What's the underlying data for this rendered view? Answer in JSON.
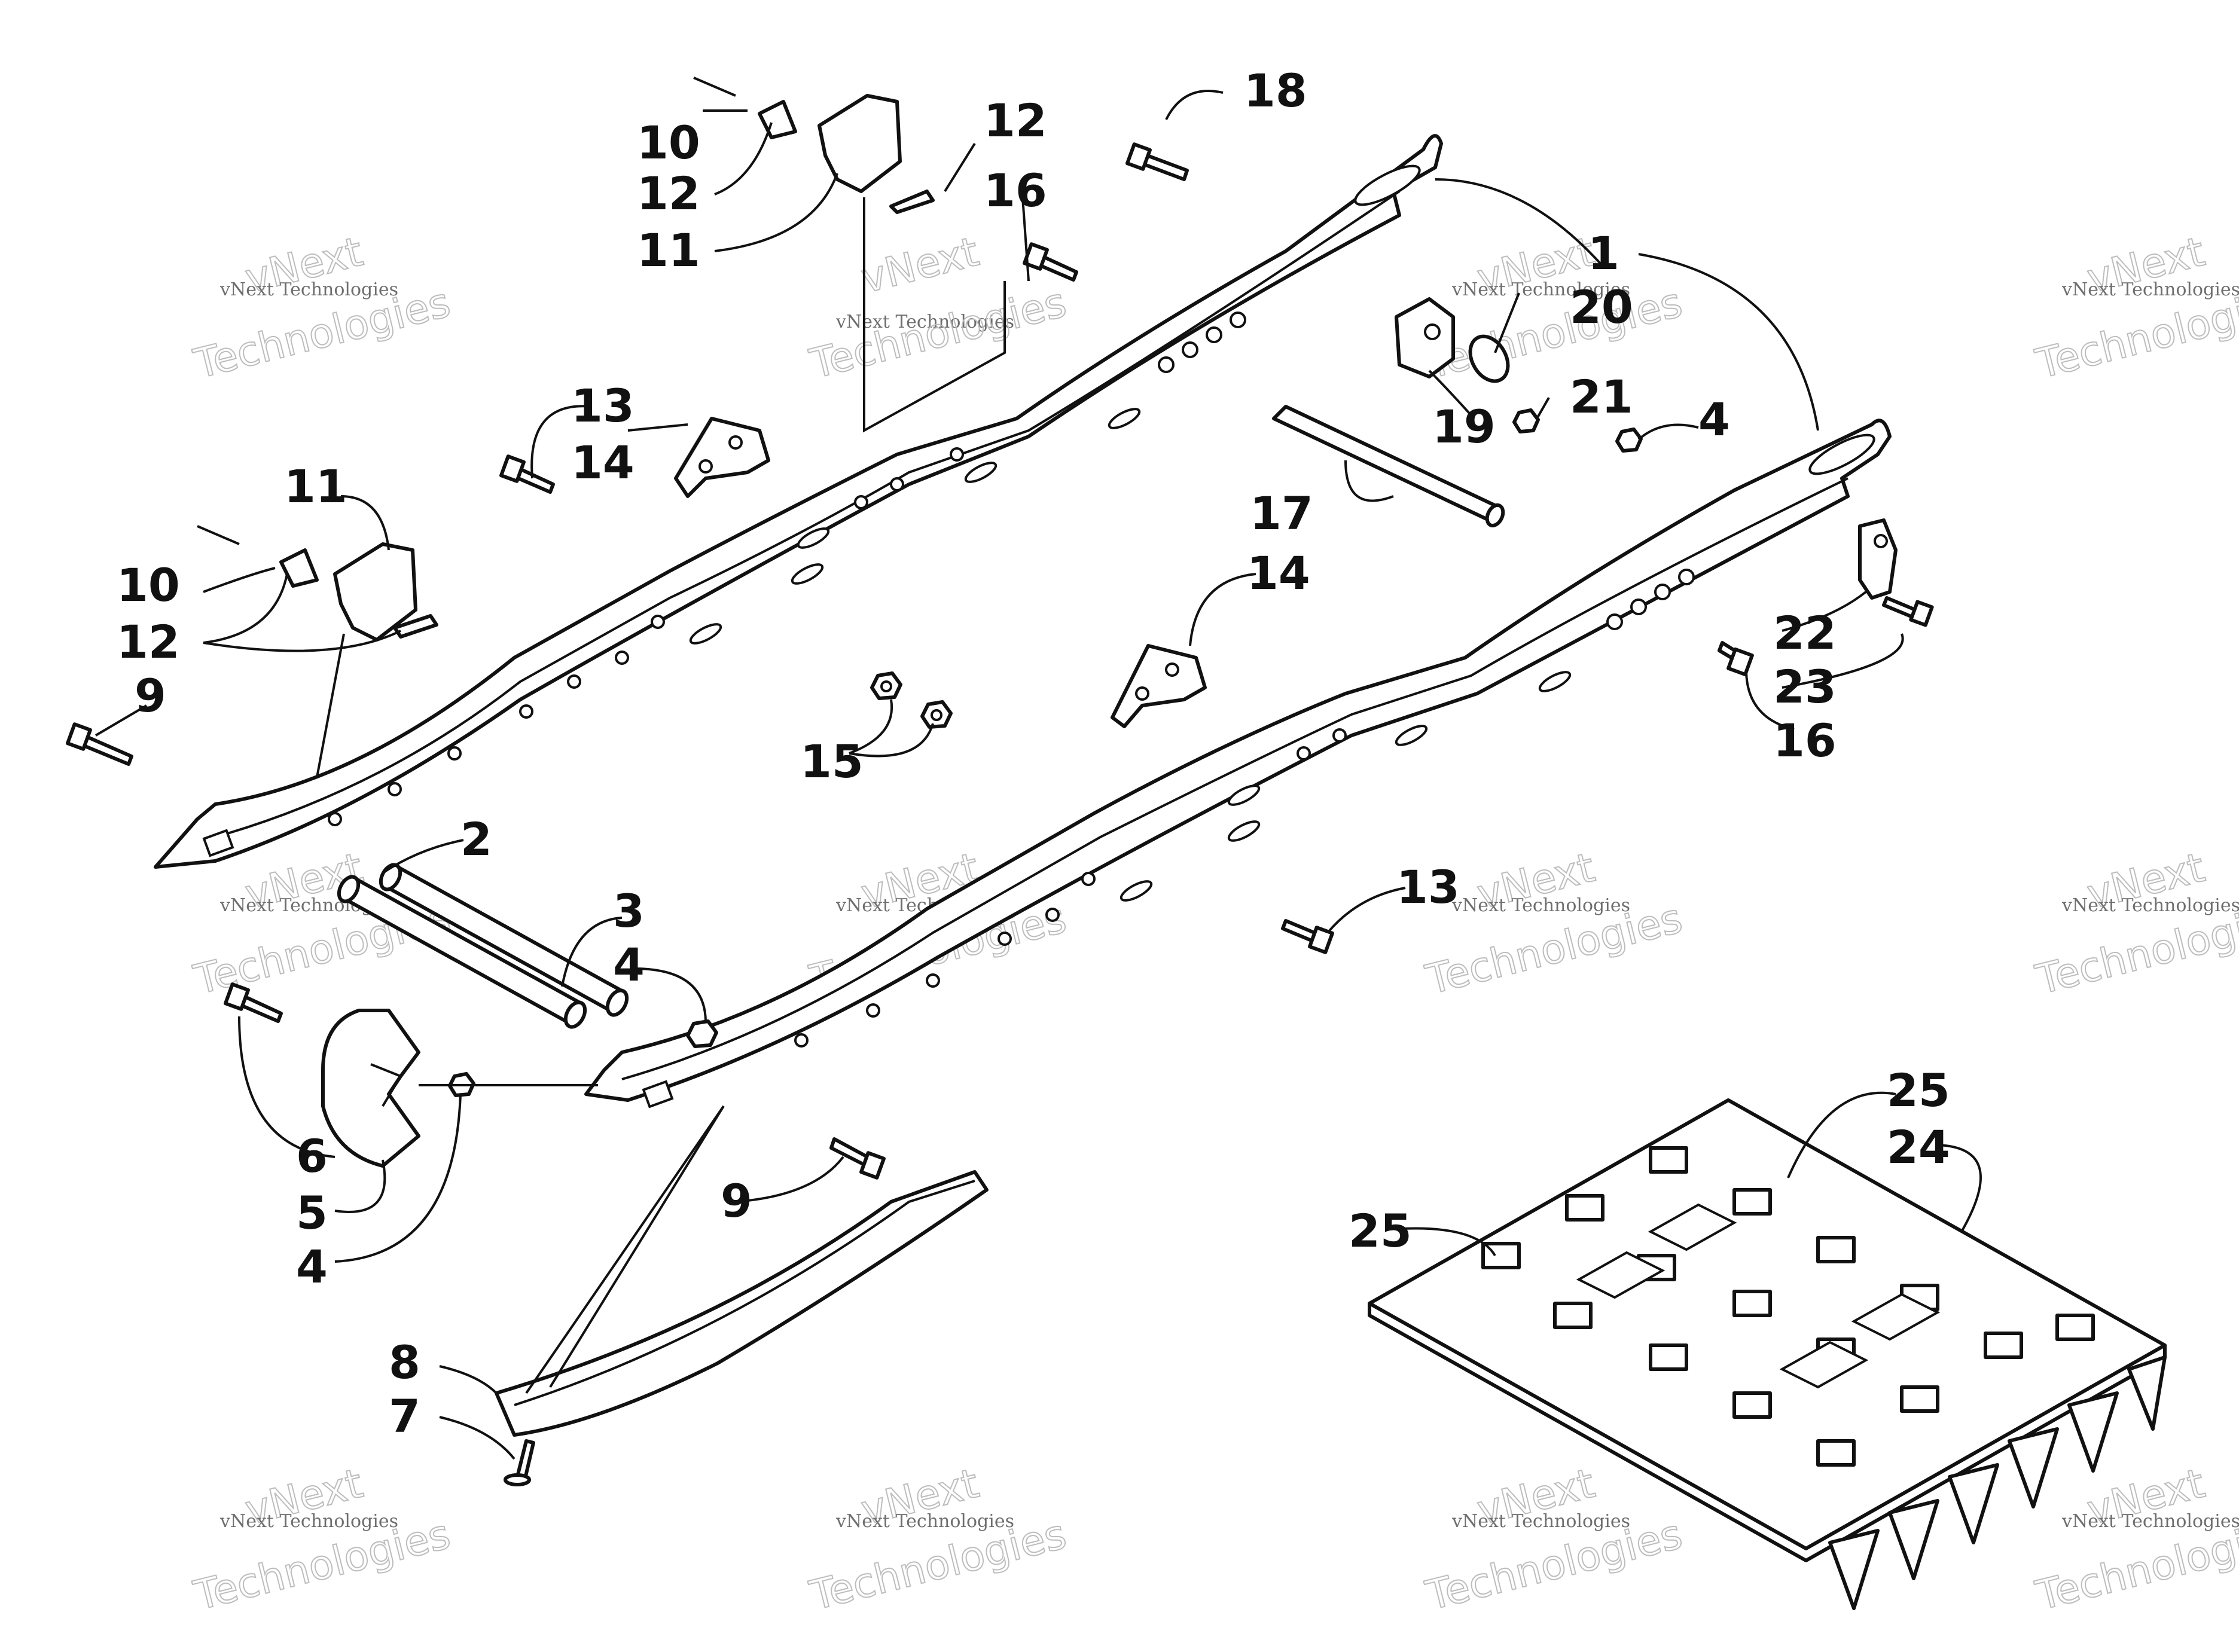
{
  "watermark": {
    "line1": "vNext",
    "line2": "vNext Technologies",
    "line3": "Technologies"
  },
  "callouts": [
    {
      "id": "c1",
      "label": "1"
    },
    {
      "id": "c2",
      "label": "2"
    },
    {
      "id": "c3",
      "label": "3"
    },
    {
      "id": "c4a",
      "label": "4"
    },
    {
      "id": "c4b",
      "label": "4"
    },
    {
      "id": "c4c",
      "label": "4"
    },
    {
      "id": "c5",
      "label": "5"
    },
    {
      "id": "c6",
      "label": "6"
    },
    {
      "id": "c7",
      "label": "7"
    },
    {
      "id": "c8",
      "label": "8"
    },
    {
      "id": "c9a",
      "label": "9"
    },
    {
      "id": "c9b",
      "label": "9"
    },
    {
      "id": "c10a",
      "label": "10"
    },
    {
      "id": "c10b",
      "label": "10"
    },
    {
      "id": "c11a",
      "label": "11"
    },
    {
      "id": "c11b",
      "label": "11"
    },
    {
      "id": "c12a",
      "label": "12"
    },
    {
      "id": "c12b",
      "label": "12"
    },
    {
      "id": "c12c",
      "label": "12"
    },
    {
      "id": "c13a",
      "label": "13"
    },
    {
      "id": "c13b",
      "label": "13"
    },
    {
      "id": "c14a",
      "label": "14"
    },
    {
      "id": "c14b",
      "label": "14"
    },
    {
      "id": "c15",
      "label": "15"
    },
    {
      "id": "c16a",
      "label": "16"
    },
    {
      "id": "c16b",
      "label": "16"
    },
    {
      "id": "c17",
      "label": "17"
    },
    {
      "id": "c18",
      "label": "18"
    },
    {
      "id": "c19",
      "label": "19"
    },
    {
      "id": "c20",
      "label": "20"
    },
    {
      "id": "c21",
      "label": "21"
    },
    {
      "id": "c22",
      "label": "22"
    },
    {
      "id": "c23",
      "label": "23"
    },
    {
      "id": "c24",
      "label": "24"
    },
    {
      "id": "c25a",
      "label": "25"
    },
    {
      "id": "c25b",
      "label": "25"
    }
  ]
}
